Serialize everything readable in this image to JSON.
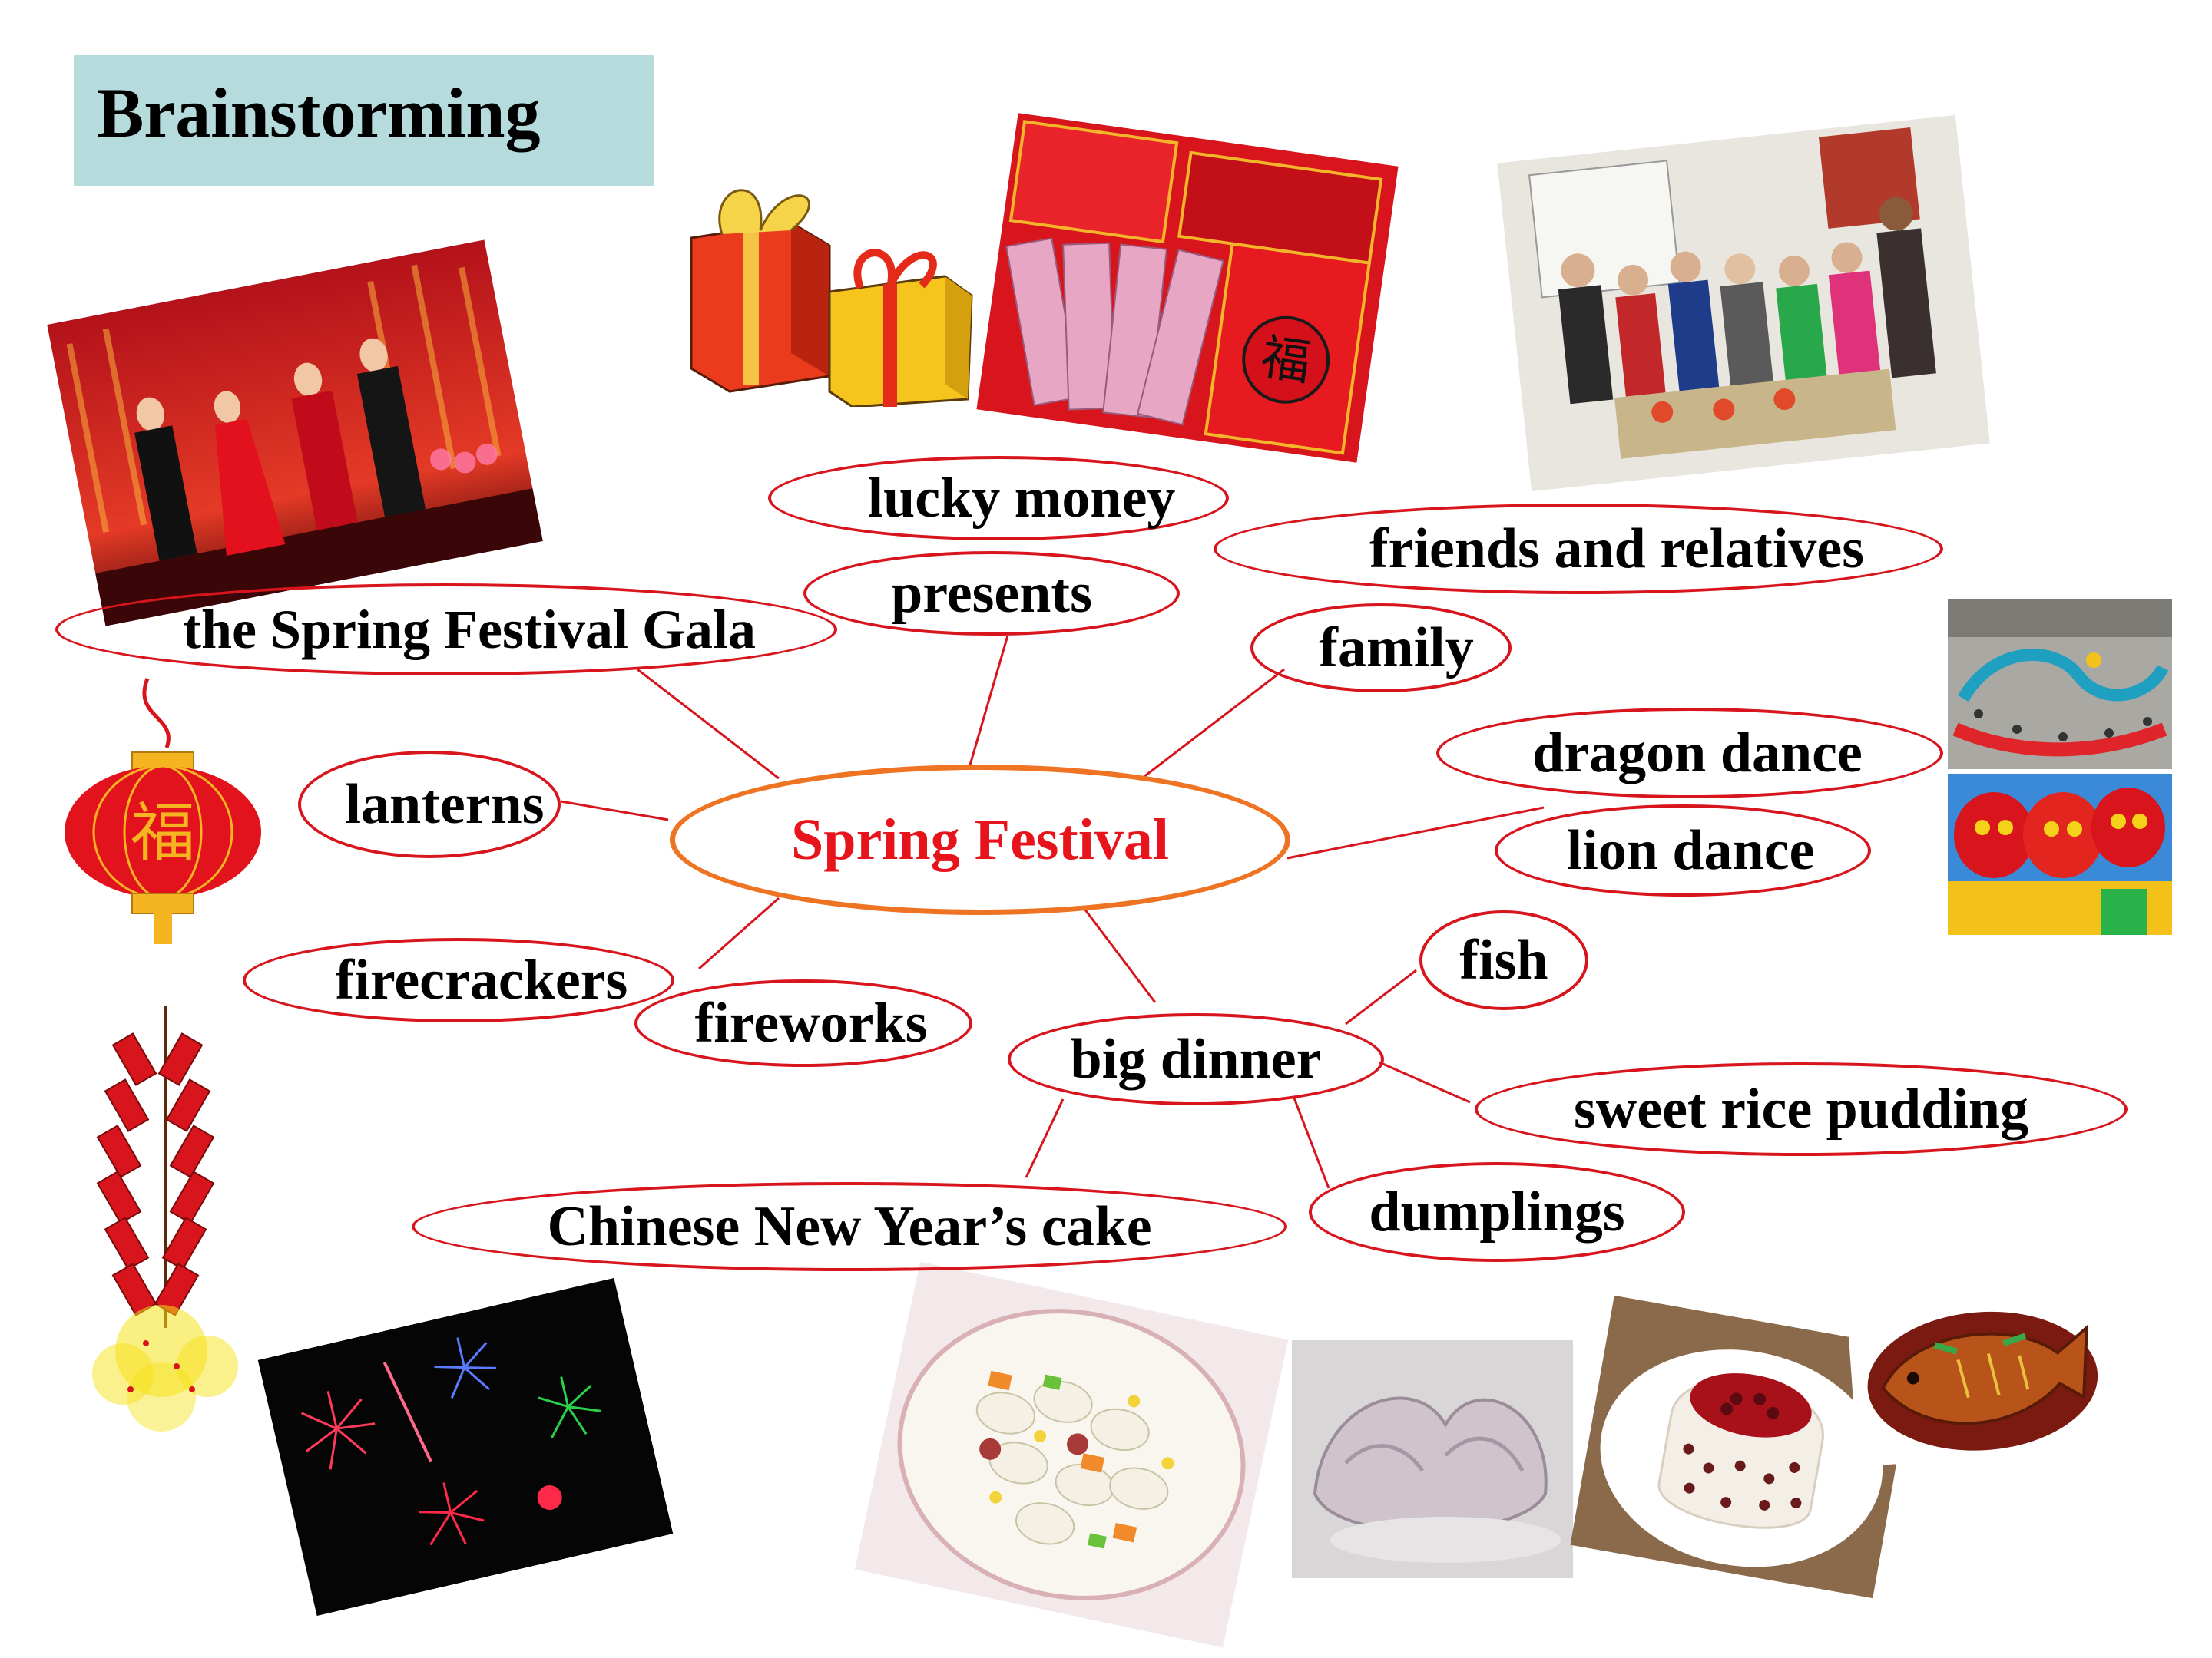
{
  "title": "Brainstorming",
  "center": "Spring Festival",
  "nodes": {
    "lucky_money": "lucky money",
    "presents": "presents",
    "gala": "the Spring Festival Gala",
    "friends": "friends and relatives",
    "family": "family",
    "lanterns": "lanterns",
    "dragon_dance": "dragon dance",
    "lion_dance": "lion dance",
    "firecrackers": "firecrackers",
    "fireworks": "fireworks",
    "big_dinner": "big dinner",
    "fish": "fish",
    "pudding": "sweet rice pudding",
    "cake": "Chinese New Year’s cake",
    "dumplings": "dumplings"
  },
  "colors": {
    "node_border": "#d8141c",
    "center_border": "#ee7423",
    "center_text": "#e8141c",
    "link": "#d8141c",
    "title_bg": "#b5dbdc"
  },
  "images": {
    "gala_photo": "stage-performers-photo",
    "gifts": "gift-boxes-icon",
    "red_envelopes": "lucky-money-envelopes-photo",
    "family_photo": "family-group-photo",
    "lantern": "red-lantern-icon",
    "dragon_dance_photo": "dragon-dance-photo",
    "lion_dance_photo": "lion-dance-photo",
    "firecrackers_img": "firecrackers-icon",
    "fireworks_photo": "fireworks-photo",
    "cake_photo": "rice-cake-dish-photo",
    "dumplings_photo": "dumplings-photo",
    "pudding_photo": "rice-pudding-photo",
    "fish_photo": "braised-fish-photo"
  }
}
